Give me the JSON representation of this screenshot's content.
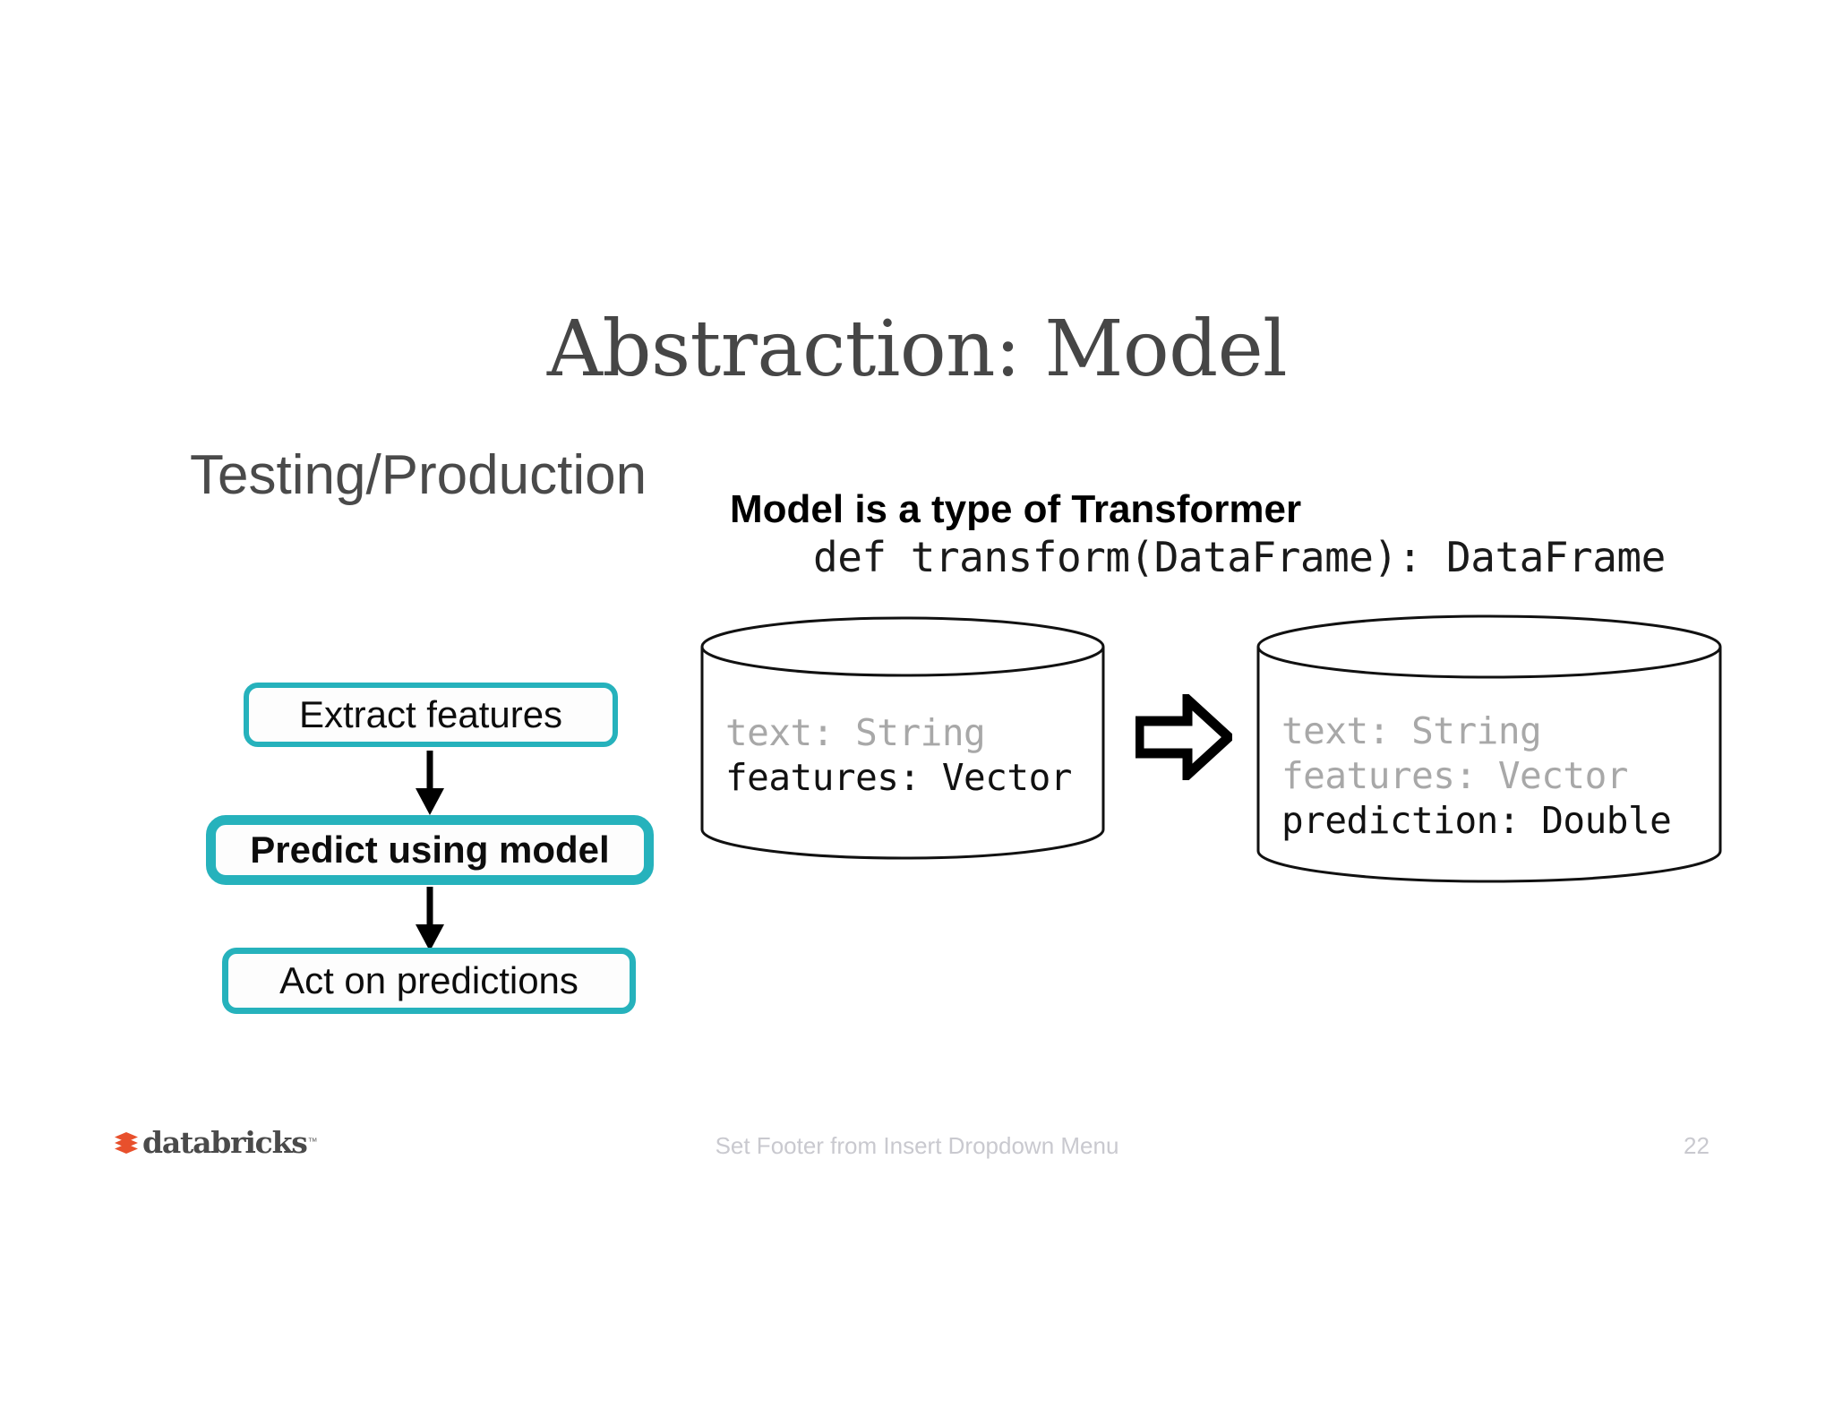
{
  "slide": {
    "title": "Abstraction: Model",
    "subtitle": "Testing/Production"
  },
  "pipeline": {
    "steps": [
      {
        "label": "Extract features",
        "emphasis": "normal"
      },
      {
        "label": "Predict using model",
        "emphasis": "bold"
      },
      {
        "label": "Act on predictions",
        "emphasis": "normal"
      }
    ],
    "arrow_icon": "arrow-down-icon",
    "accent_color": "#26b2bc"
  },
  "transformer": {
    "heading": "Model is a type of Transformer",
    "signature": "def transform(DataFrame): DataFrame",
    "flow_arrow_icon": "arrow-right-block-icon"
  },
  "dataframes": {
    "input": {
      "name": "input-dataframe",
      "lines": [
        {
          "text": "text: String",
          "state": "dim"
        },
        {
          "text": "features: Vector",
          "state": "active"
        }
      ]
    },
    "output": {
      "name": "output-dataframe",
      "lines": [
        {
          "text": "text: String",
          "state": "dim"
        },
        {
          "text": "features: Vector",
          "state": "dim"
        },
        {
          "text": "prediction: Double",
          "state": "active"
        }
      ]
    }
  },
  "footer": {
    "logo_text": "databricks",
    "logo_tm": "™",
    "logo_mark_icon": "databricks-logo-icon",
    "center_text": "Set Footer from Insert Dropdown Menu",
    "page_number": "22",
    "logo_color": "#e8502c"
  }
}
